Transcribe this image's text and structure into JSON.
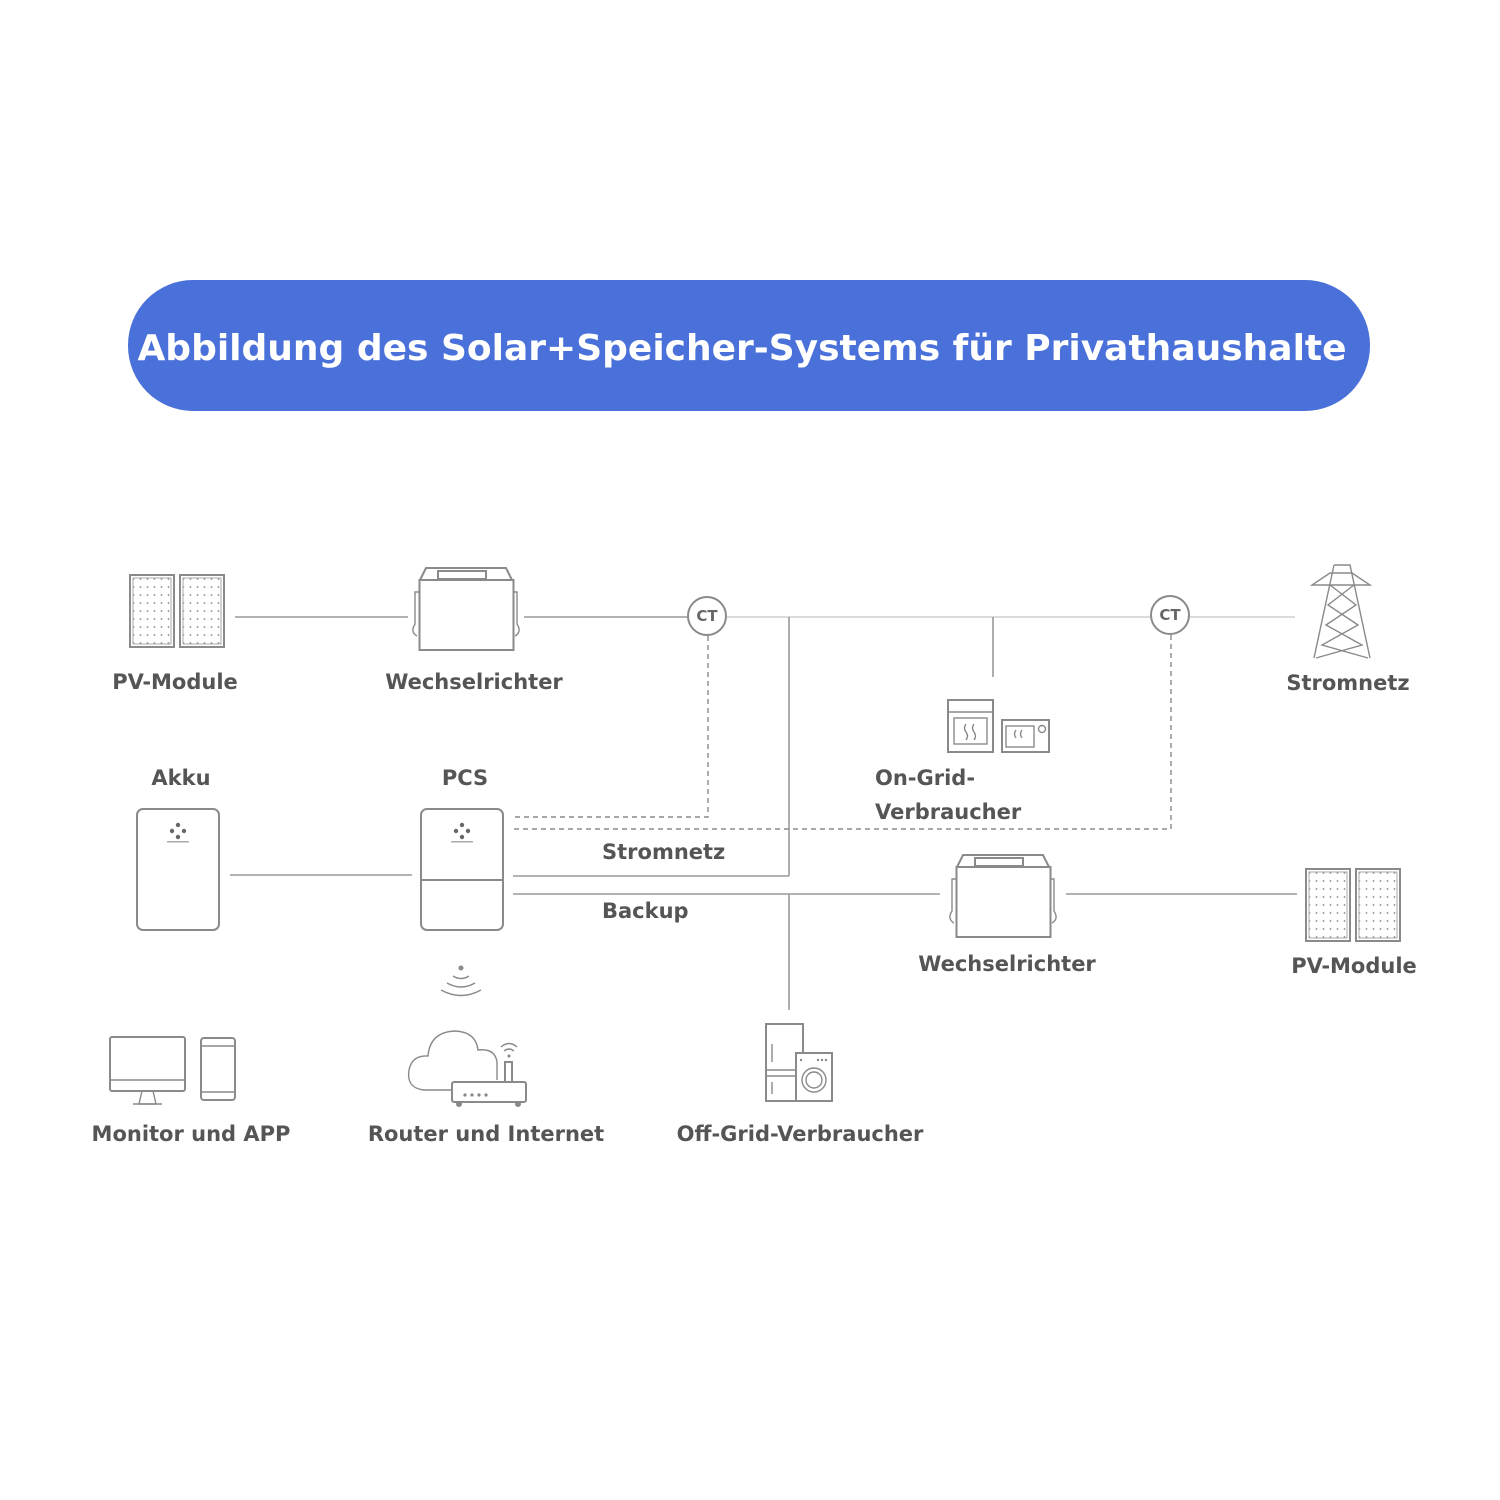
{
  "title": "Abbildung des Solar+Speicher-Systems für Privathaushalte",
  "colors": {
    "banner": "#4A70D9",
    "text": "#555555",
    "line": "#9A9A9A"
  },
  "nodes": {
    "pv_left": "PV-Module",
    "inverter_top": "Wechselrichter",
    "grid": "Stromnetz",
    "on_grid_line1": "On-Grid-",
    "on_grid_line2": "Verbraucher",
    "battery": "Akku",
    "pcs": "PCS",
    "inverter_bottom": "Wechselrichter",
    "pv_right": "PV-Module",
    "monitor": "Monitor und APP",
    "router": "Router und Internet",
    "off_grid": "Off-Grid-Verbraucher"
  },
  "connections": {
    "grid_label": "Stromnetz",
    "backup_label": "Backup"
  },
  "sensors": {
    "ct1": "CT",
    "ct2": "CT"
  }
}
